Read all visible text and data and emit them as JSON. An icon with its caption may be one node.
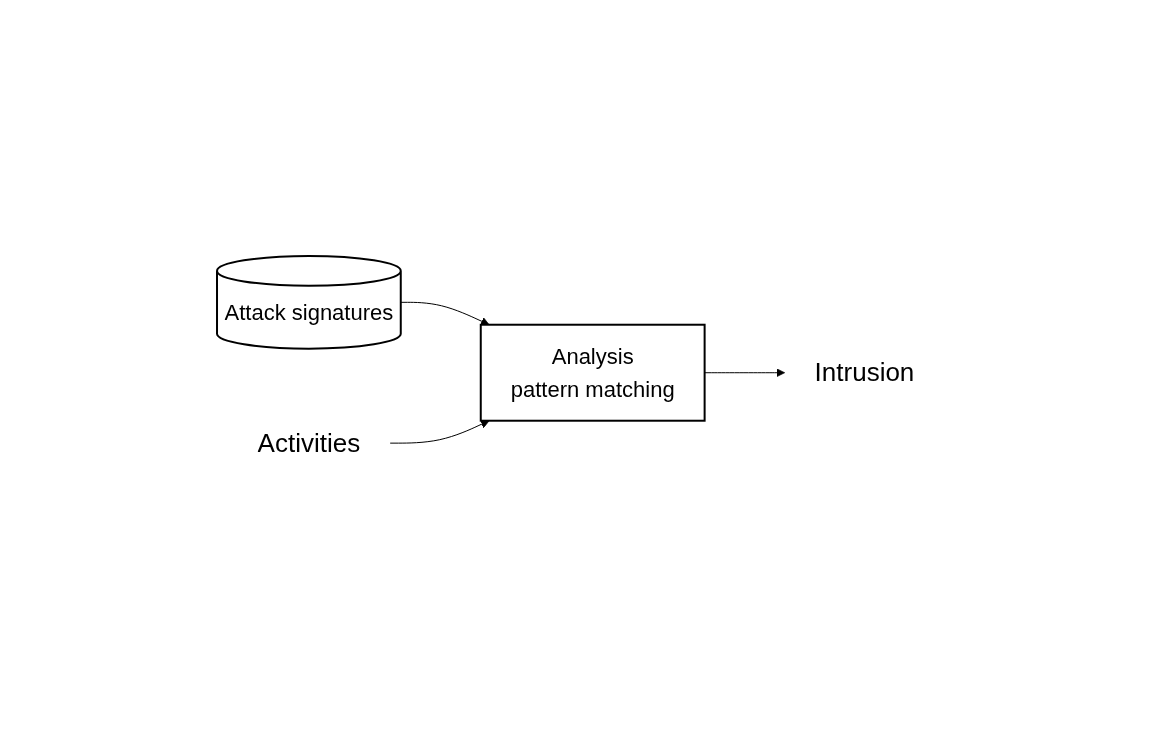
{
  "diagram": {
    "nodes": [
      {
        "text": [
          "Attack signatures"
        ]
      },
      {
        "text": [
          "Activities"
        ]
      },
      {
        "text": [
          "Analysis",
          "pattern matching"
        ]
      },
      {
        "text": [
          "Intrusion"
        ]
      }
    ],
    "edges": [
      {
        "from": 0,
        "to": 2,
        "arrow": "to"
      },
      {
        "from": 1,
        "to": 2,
        "arrow": "to"
      },
      {
        "from": 2,
        "to": 3,
        "arrow": "to"
      }
    ]
  }
}
